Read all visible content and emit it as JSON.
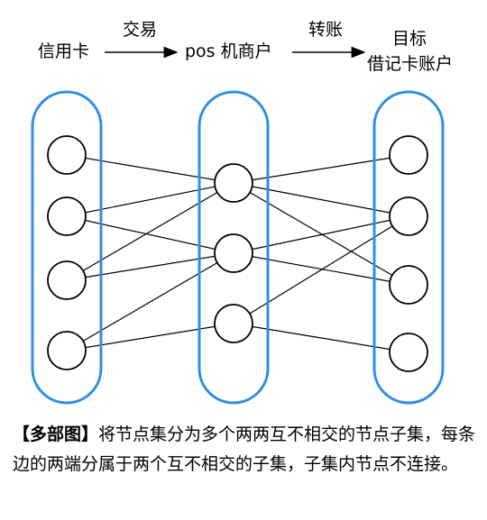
{
  "header": {
    "source_label": "信用卡",
    "edge1_label": "交易",
    "mid_label": "pos 机商户",
    "edge2_label": "转账",
    "target_label_line1": "目标",
    "target_label_line2": "借记卡账户"
  },
  "colors": {
    "group_outline": "#2f8fe0",
    "node_outline": "#000000",
    "edge": "#000000"
  },
  "graph": {
    "groups": [
      {
        "name": "left",
        "node_count": 4
      },
      {
        "name": "middle",
        "node_count": 3
      },
      {
        "name": "right",
        "node_count": 4
      }
    ],
    "edges": [
      [
        "L1",
        "M1"
      ],
      [
        "L2",
        "M1"
      ],
      [
        "L2",
        "M2"
      ],
      [
        "L3",
        "M1"
      ],
      [
        "L3",
        "M2"
      ],
      [
        "L4",
        "M2"
      ],
      [
        "L4",
        "M3"
      ],
      [
        "M1",
        "R1"
      ],
      [
        "M1",
        "R2"
      ],
      [
        "M1",
        "R3"
      ],
      [
        "M2",
        "R2"
      ],
      [
        "M2",
        "R3"
      ],
      [
        "M3",
        "R2"
      ],
      [
        "M3",
        "R4"
      ]
    ]
  },
  "caption": {
    "tag": "【多部图】",
    "text": "将节点集分为多个两两互不相交的节点子集，每条边的两端分属于两个互不相交的子集，子集内节点不连接。"
  }
}
